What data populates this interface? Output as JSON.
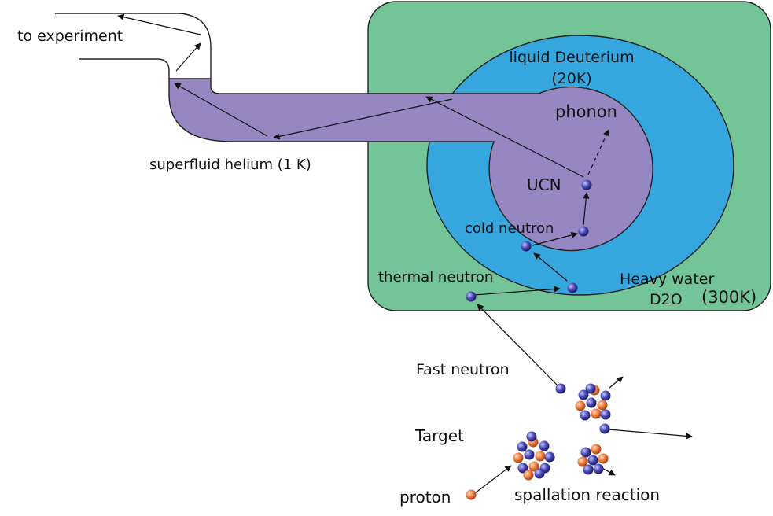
{
  "labels": {
    "to_experiment": "to experiment",
    "liquid_deuterium": "liquid Deuterium",
    "deuterium_temp": "(20K)",
    "phonon": "phonon",
    "superfluid_helium": "superfluid helium (1 K)",
    "ucn": "UCN",
    "cold_neutron": "cold neutron",
    "thermal_neutron": "thermal neutron",
    "heavy_water": "Heavy water",
    "d2o": "D2O",
    "heavy_water_temp": "(300K)",
    "fast_neutron": "Fast neutron",
    "target": "Target",
    "proton": "proton",
    "spallation_reaction": "spallation reaction"
  },
  "colors": {
    "heavy_water": "#73c497",
    "deuterium": "#35a6de",
    "helium": "#9687c2",
    "neutron": "#3a3a9e",
    "proton": "#ef7a3a"
  }
}
